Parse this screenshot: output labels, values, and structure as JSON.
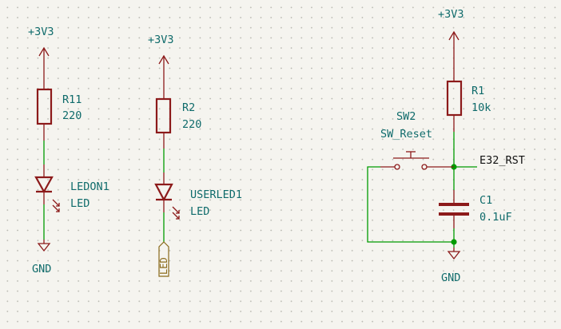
{
  "power": {
    "vcc1": "+3V3",
    "vcc2": "+3V3",
    "vcc3": "+3V3",
    "gnd1": "GND",
    "gnd2": "GND"
  },
  "components": {
    "r11": {
      "ref": "R11",
      "value": "220"
    },
    "r2": {
      "ref": "R2",
      "value": "220"
    },
    "r1": {
      "ref": "R1",
      "value": "10k"
    },
    "ledon1": {
      "ref": "LEDON1",
      "value": "LED"
    },
    "userled1": {
      "ref": "USERLED1",
      "value": "LED"
    },
    "sw2": {
      "ref": "SW2",
      "value": "SW_Reset"
    },
    "c1": {
      "ref": "C1",
      "value": "0.1uF"
    }
  },
  "nets": {
    "e32_rst": "E32_RST",
    "led_label": "LED"
  }
}
